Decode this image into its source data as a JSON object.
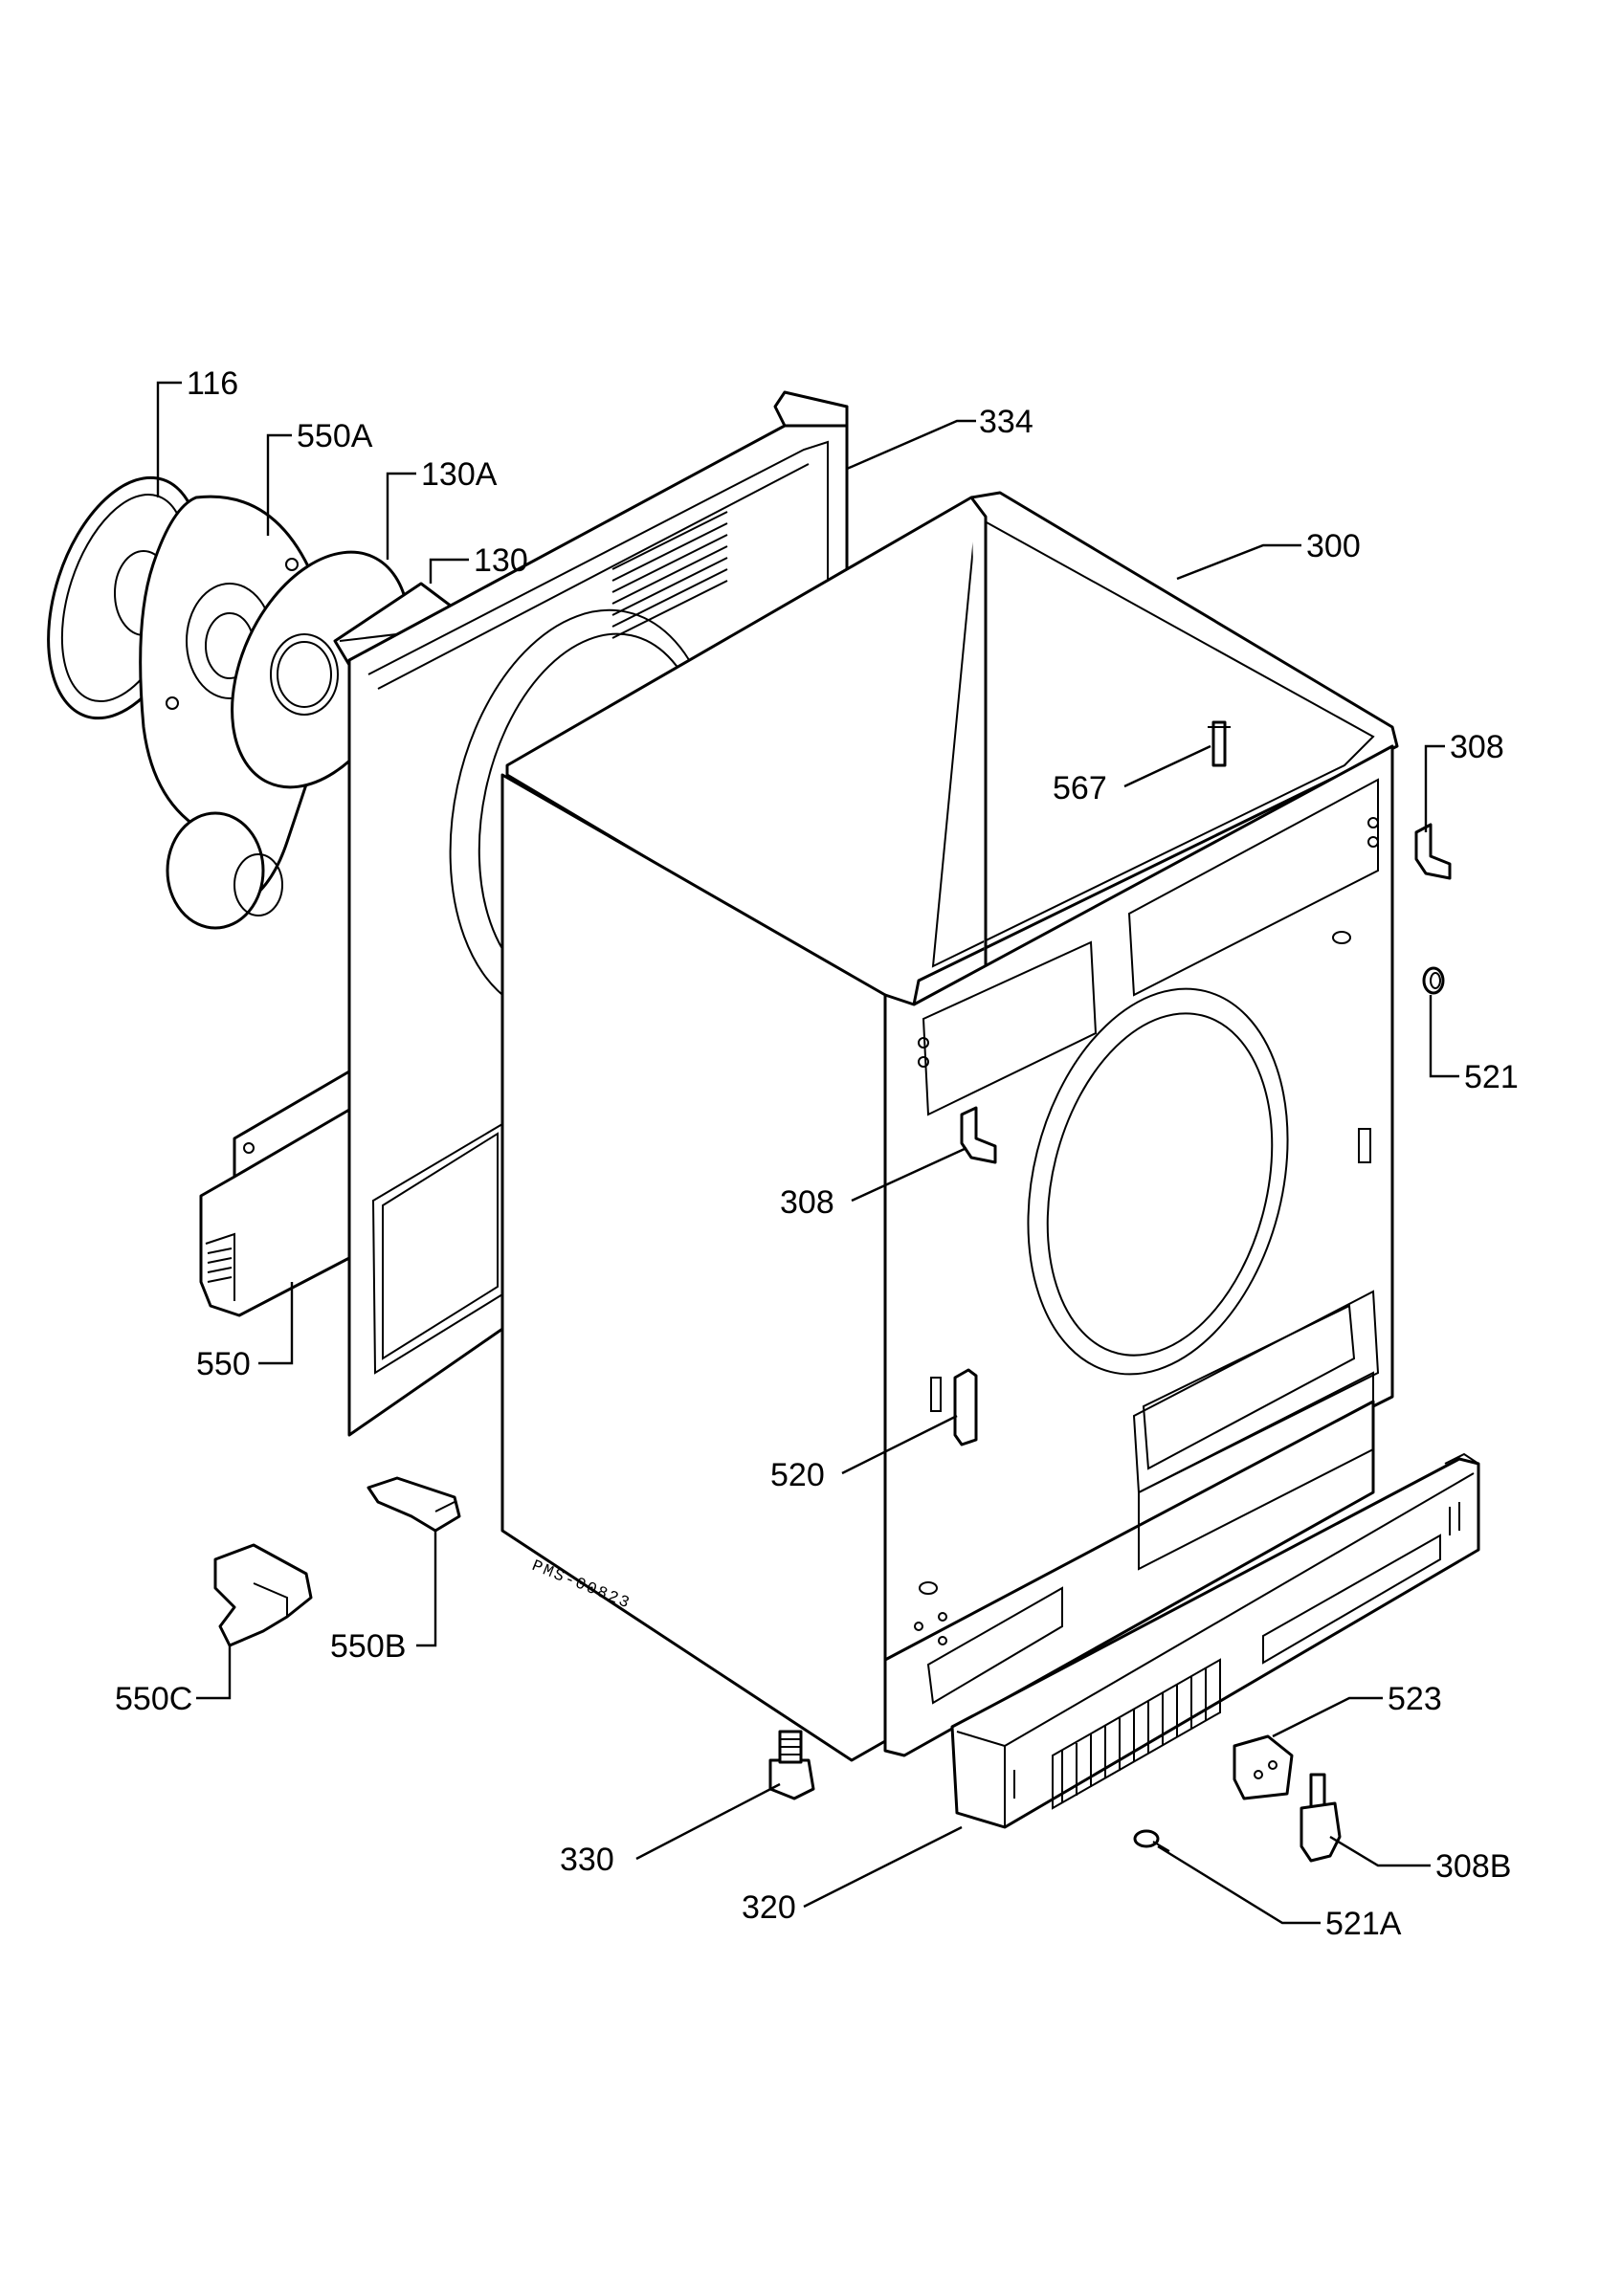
{
  "labels": {
    "l116": "116",
    "l550a": "550A",
    "l130a": "130A",
    "l130": "130",
    "l334": "334",
    "l300": "300",
    "l308_right": "308",
    "l567": "567",
    "l521": "521",
    "l308_front": "308",
    "l550": "550",
    "l520": "520",
    "l550b": "550B",
    "l550c": "550C",
    "l523": "523",
    "l330": "330",
    "l308b": "308B",
    "l320": "320",
    "l521a": "521A"
  },
  "drawing_code": "PMS-00823"
}
